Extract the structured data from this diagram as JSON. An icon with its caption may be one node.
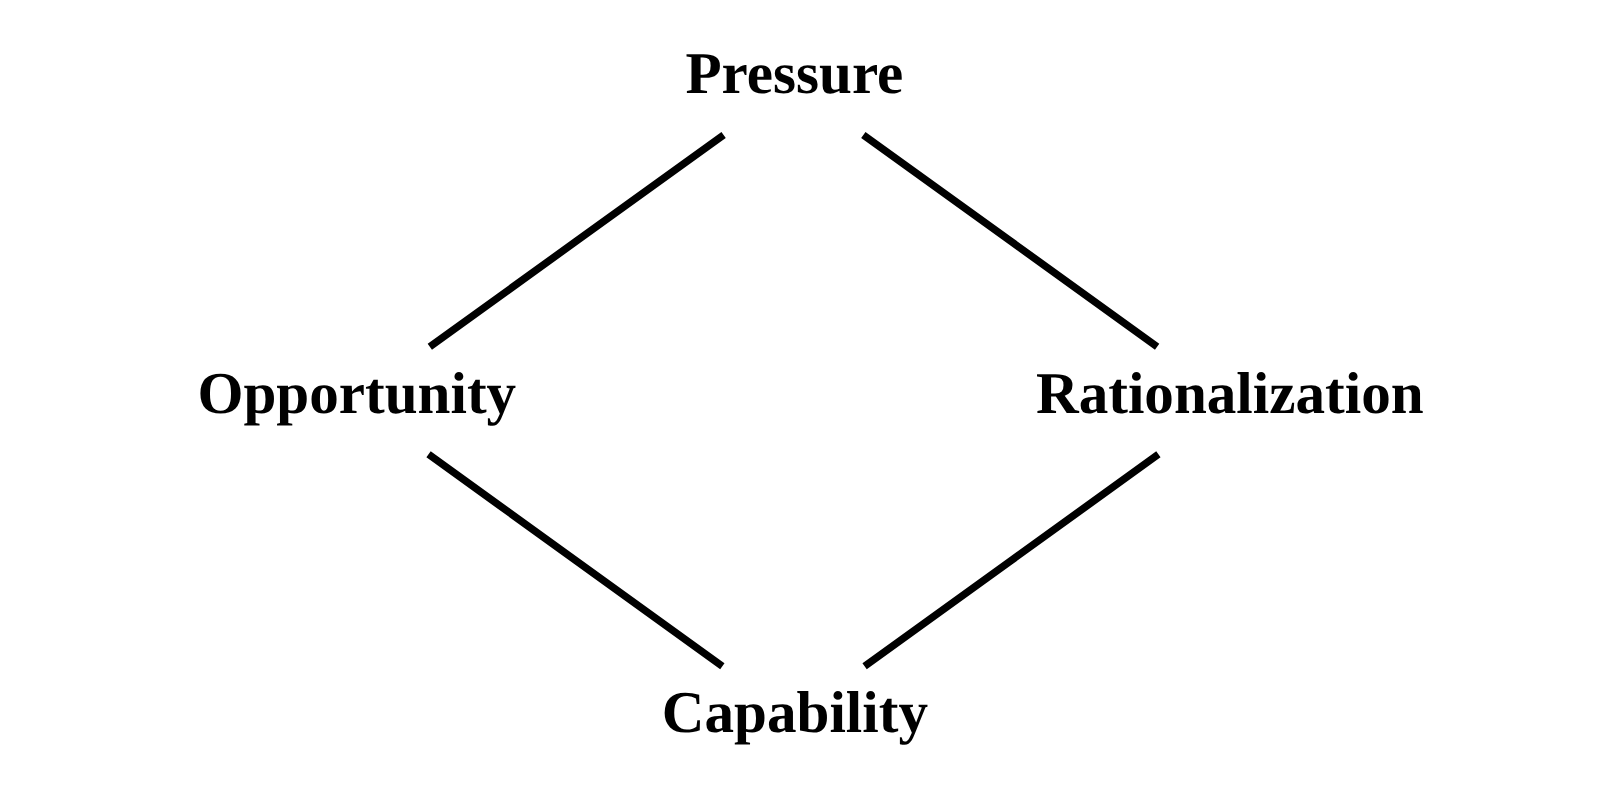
{
  "diagram": {
    "nodes": [
      {
        "text": [
          "Pressure"
        ]
      },
      {
        "text": [
          "Rationalization"
        ]
      },
      {
        "text": [
          "Opportunity"
        ]
      },
      {
        "text": [
          "Capability"
        ]
      }
    ],
    "edges": [
      {
        "from": 0,
        "to": 2,
        "arrow": "none"
      },
      {
        "from": 2,
        "to": 3,
        "arrow": "none"
      },
      {
        "from": 3,
        "to": 1,
        "arrow": "none"
      },
      {
        "from": 1,
        "to": 0,
        "arrow": "none"
      }
    ]
  }
}
